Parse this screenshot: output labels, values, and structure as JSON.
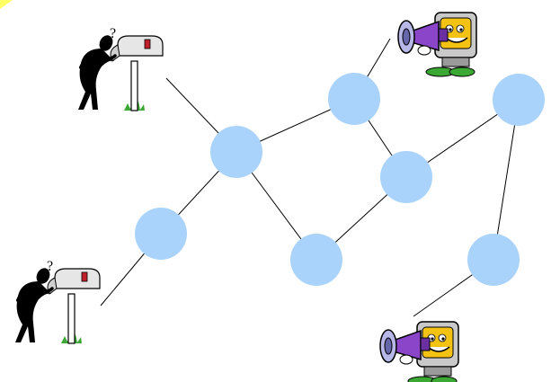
{
  "diagram": {
    "node_fill": "#a9d3fb",
    "edge_color": "#000000",
    "nodes": [
      "n1",
      "n2",
      "n3",
      "n4",
      "n5",
      "n6",
      "n7",
      "n8"
    ],
    "edges": [
      [
        "mailbox-top",
        "n2"
      ],
      [
        "n2",
        "n1"
      ],
      [
        "mailbox-bottom",
        "n1"
      ],
      [
        "n2",
        "n3"
      ],
      [
        "n2",
        "n5"
      ],
      [
        "n3",
        "broadcaster-top"
      ],
      [
        "n3",
        "n4"
      ],
      [
        "n5",
        "n4"
      ],
      [
        "n4",
        "n6"
      ],
      [
        "n6",
        "n7"
      ],
      [
        "n7",
        "broadcaster-bottom"
      ]
    ],
    "endpoints": {
      "mailbox-top": {
        "icon": "person-mailbox-icon",
        "mark": "?"
      },
      "mailbox-bottom": {
        "icon": "person-mailbox-icon",
        "mark": "?"
      },
      "broadcaster-top": {
        "icon": "megaphone-computer-icon"
      },
      "broadcaster-bottom": {
        "icon": "megaphone-computer-icon"
      }
    },
    "colors": {
      "accent_top_left": "#ffff66",
      "mailbox_flag": "#c0202a",
      "grass": "#3aa832",
      "megaphone": "#8a45c8",
      "monitor_screen": "#f3c212"
    }
  }
}
